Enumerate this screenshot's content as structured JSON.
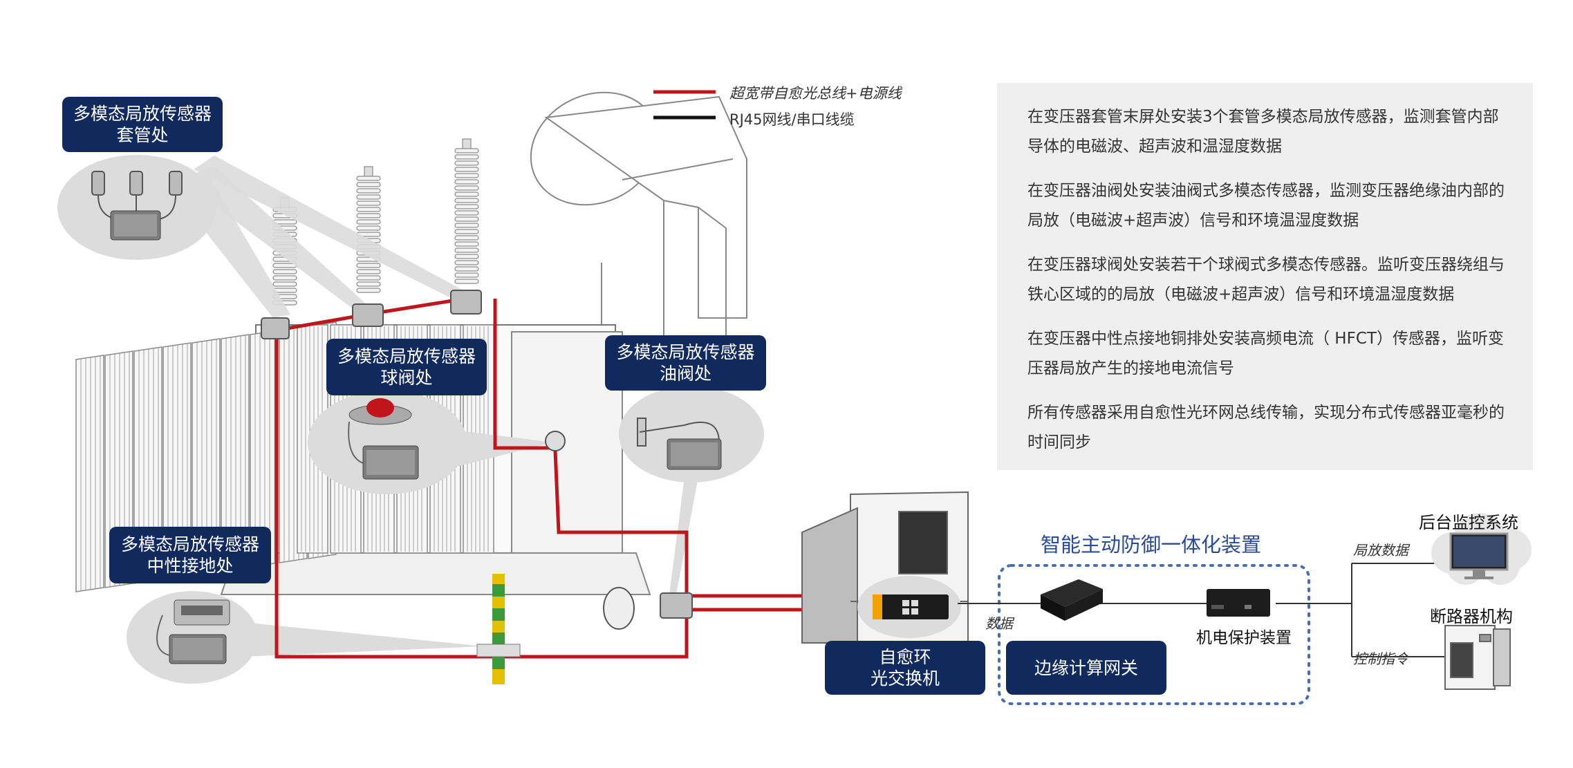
{
  "legend": {
    "red_line_label": "超宽带自愈光总线+电源线",
    "black_line_label": "RJ45网线/串口线缆",
    "red_color": "#c0151a",
    "black_color": "#111111"
  },
  "sensor_labels": {
    "bushing": [
      "多模态局放传感器",
      "套管处"
    ],
    "ball_valve": [
      "多模态局放传感器",
      "球阀处"
    ],
    "oil_valve": [
      "多模态局放传感器",
      "油阀处"
    ],
    "neutral_ground": [
      "多模态局放传感器",
      "中性接地处"
    ]
  },
  "descriptions": [
    "在变压器套管末屏处安装3个套管多模态局放传感器，监测套管内部导体的电磁波、超声波和温湿度数据",
    "在变压器油阀处安装油阀式多模态传感器，监测变压器绝缘油内部的局放（电磁波+超声波）信号和环境温湿度数据",
    "在变压器球阀处安装若干个球阀式多模态传感器。监听变压器绕组与铁心区域的的局放（电磁波+超声波）信号和环境温湿度数据",
    "在变压器中性点接地铜排处安装高频电流（ HFCT）传感器，监听变压器局放产生的接地电流信号",
    "所有传感器采用自愈性光环网总线传输，实现分布式传感器亚毫秒的时间同步"
  ],
  "defense_system": {
    "title": "智能主动防御一体化装置",
    "switch_label": [
      "自愈环",
      "光交换机"
    ],
    "gateway_label": "边缘计算网关",
    "protection_label": "机电保护装置",
    "data_label": "数据"
  },
  "backend": {
    "monitor_label": "后台监控系统",
    "breaker_label": "断路器机构",
    "pd_data_label": "局放数据",
    "control_label": "控制指令"
  },
  "colors": {
    "navy": "#112a5e",
    "blue_title": "#2a4a9a",
    "panel_bg": "#efefef",
    "dotted_border": "#4a6cb0"
  }
}
